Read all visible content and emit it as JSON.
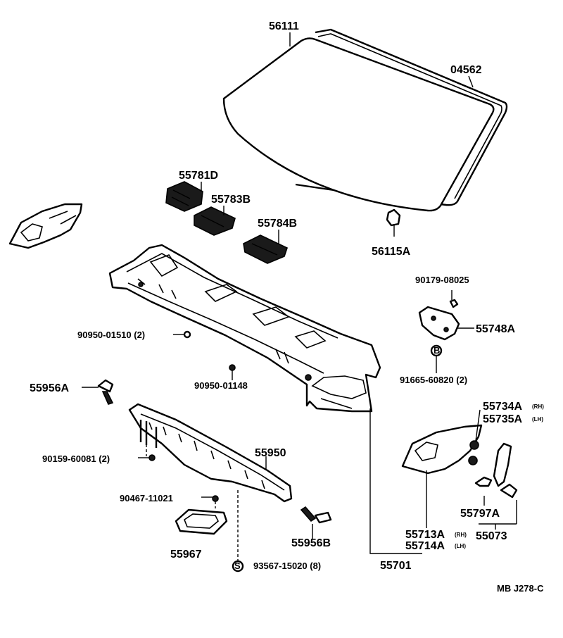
{
  "diagram": {
    "code": "MB J278-C",
    "labels": {
      "l56111": "56111",
      "l04562": "04562",
      "l55781D": "55781D",
      "l55783B": "55783B",
      "l55784B": "55784B",
      "l56115A": "56115A",
      "l90179": "90179-08025",
      "l55748A": "55748A",
      "l91665": "91665-60820 (2)",
      "l90950_01510": "90950-01510 (2)",
      "l90950_01148": "90950-01148",
      "l55956A": "55956A",
      "l55734A": "55734A",
      "l55734A_side": "(RH)",
      "l55735A": "55735A",
      "l55735A_side": "(LH)",
      "l90159": "90159-60081 (2)",
      "l55950": "55950",
      "l90467": "90467-11021",
      "l55797A": "55797A",
      "l55073": "55073",
      "l55713A": "55713A",
      "l55713A_side": "(RH)",
      "l55714A": "55714A",
      "l55714A_side": "(LH)",
      "l55967": "55967",
      "l55956B": "55956B",
      "l93567": "93567-15020 (8)",
      "l55701": "55701",
      "symbol_S": "S",
      "symbol_B": "B"
    }
  }
}
